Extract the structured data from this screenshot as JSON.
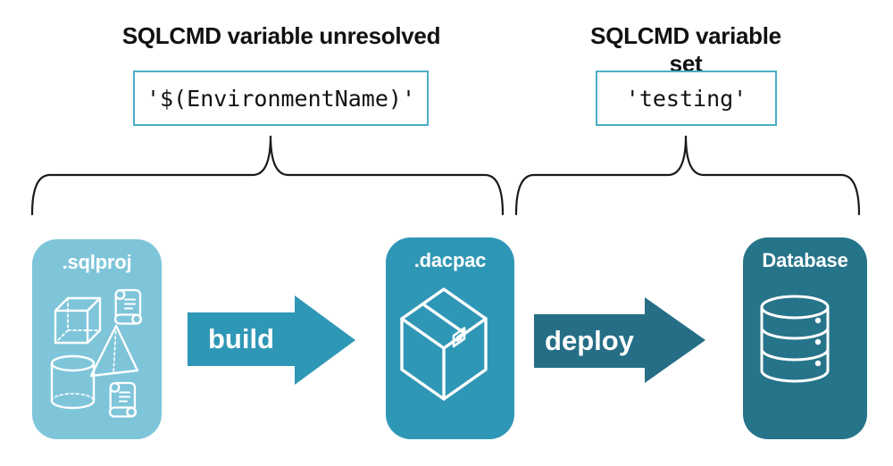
{
  "diagram": {
    "left_section": {
      "heading": "SQLCMD variable unresolved",
      "code": "'$(EnvironmentName)'"
    },
    "right_section": {
      "heading": "SQLCMD variable set",
      "code": "'testing'"
    },
    "nodes": [
      {
        "label": ".sqlproj",
        "color": "#7EC5DA",
        "icon": "sql-project-objects-icon"
      },
      {
        "label": ".dacpac",
        "color": "#2F97B6",
        "icon": "package-box-icon"
      },
      {
        "label": "Database",
        "color": "#26748A",
        "icon": "database-cylinder-icon"
      }
    ],
    "arrows": [
      {
        "label": "build",
        "color": "#2F97B6"
      },
      {
        "label": "deploy",
        "color": "#256E86"
      }
    ],
    "colors": {
      "code_box_border": "#4BACC6",
      "brace": "#1A1A1A",
      "background": "#FFFFFF",
      "heading_text": "#111111",
      "node_text": "#FFFFFF"
    }
  }
}
